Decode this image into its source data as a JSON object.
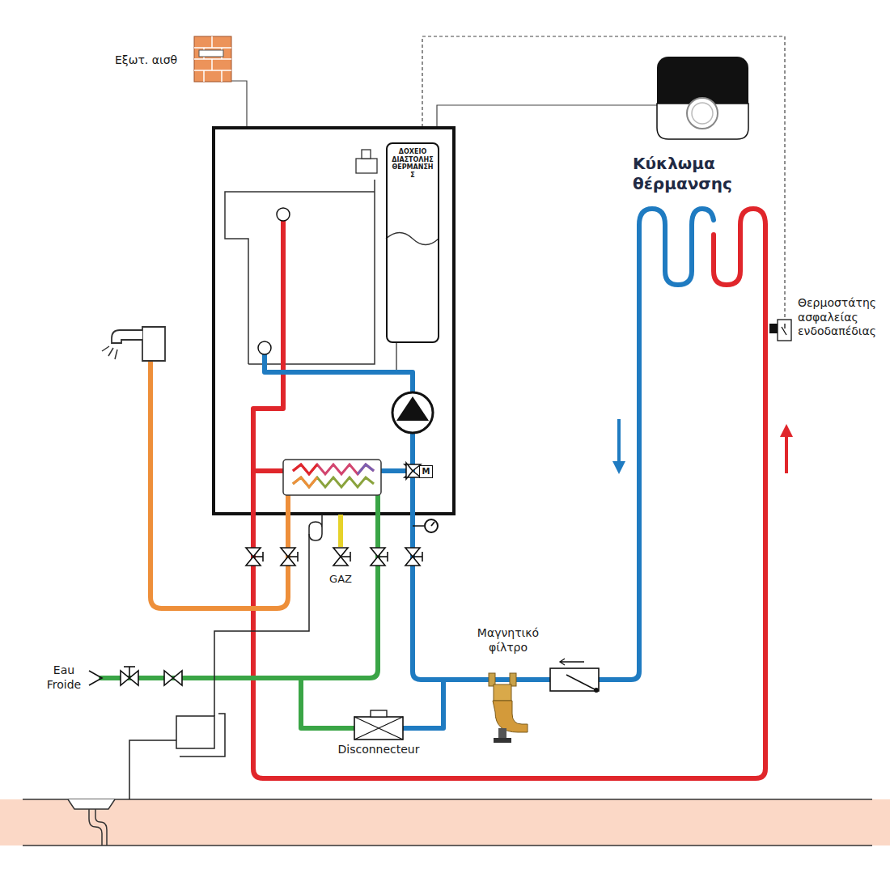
{
  "diagram": {
    "nodes": [
      {
        "text": [
          "ΔΟΧΕΙΟ ΔΙΑΣΤΟΛΗΣ ΘΕΡΜΑΝΣΗΣ"
        ]
      },
      {
        "text": [
          "M"
        ]
      }
    ],
    "labels": [
      "Εξωτ. αισθ",
      "Κύκλωμα θέρμανσης",
      "Θερμοστάτης ασφαλείας ενδοδαπέδιας",
      "GAZ",
      "Eau Froide",
      "Μαγνητικό φίλτρο",
      "Disconnecteur"
    ]
  }
}
